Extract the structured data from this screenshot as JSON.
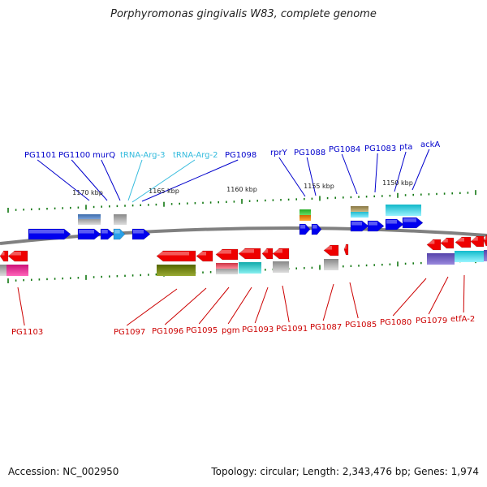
{
  "title": "Porphyromonas gingivalis W83, complete genome",
  "footer": {
    "accession": "Accession: NC_002950",
    "summary": "Topology: circular; Length: 2,343,476 bp; Genes: 1,974"
  },
  "colors": {
    "backbone": "#808080",
    "forward_label": "#0000cc",
    "rna_label": "#33bbdd",
    "reverse_label": "#cc0000",
    "tick": "#117711",
    "forward_gene": "#0000ee",
    "reverse_gene": "#ee0000"
  },
  "scale": {
    "labels": [
      "1170 kbp",
      "1165 kbp",
      "1160 kbp",
      "1155 kbp",
      "1150 kbp"
    ]
  },
  "forward_labels": [
    {
      "name": "PG1101"
    },
    {
      "name": "PG1100"
    },
    {
      "name": "murQ"
    },
    {
      "name": "tRNA-Arg-3",
      "rna": true
    },
    {
      "name": "tRNA-Arg-2",
      "rna": true
    },
    {
      "name": "PG1098"
    },
    {
      "name": "rprY"
    },
    {
      "name": "PG1088"
    },
    {
      "name": "PG1084"
    },
    {
      "name": "PG1083"
    },
    {
      "name": "pta"
    },
    {
      "name": "ackA"
    }
  ],
  "reverse_labels": [
    {
      "name": "PG1103"
    },
    {
      "name": "PG1097"
    },
    {
      "name": "PG1096"
    },
    {
      "name": "PG1095"
    },
    {
      "name": "pgm"
    },
    {
      "name": "PG1093"
    },
    {
      "name": "PG1091"
    },
    {
      "name": "PG1087"
    },
    {
      "name": "PG1085"
    },
    {
      "name": "PG1080"
    },
    {
      "name": "PG1079"
    },
    {
      "name": "etfA-2"
    }
  ]
}
